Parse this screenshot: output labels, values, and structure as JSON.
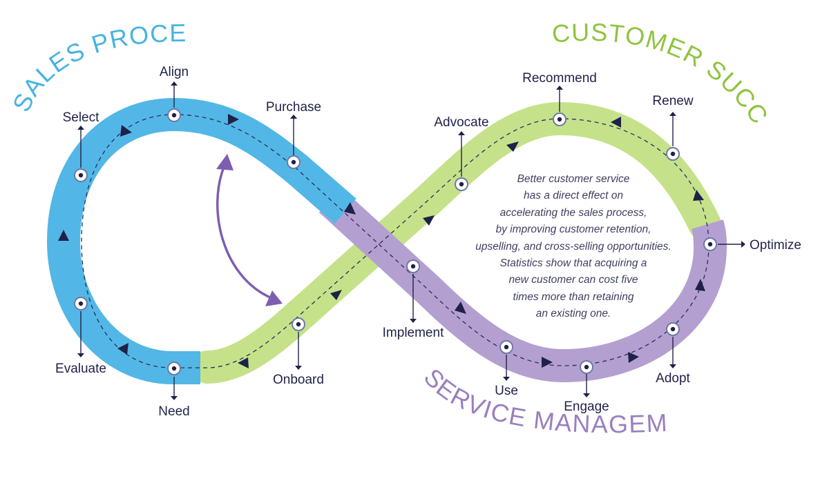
{
  "sections": {
    "sales": {
      "title": "SALES PROCESS",
      "color": "#47b3e0"
    },
    "success": {
      "title": "CUSTOMER SUCCESS",
      "color": "#8fc43e"
    },
    "service": {
      "title": "SERVICE MANAGEMENT",
      "color": "#9a7fbf"
    }
  },
  "colors": {
    "sales_band": "#52b7e6",
    "success_band": "#c5e28a",
    "service_band": "#b3a0d1",
    "ink": "#1f2148",
    "cycle_arrow": "#7d5eb0"
  },
  "stages": [
    {
      "id": "need",
      "label": "Need"
    },
    {
      "id": "evaluate",
      "label": "Evaluate"
    },
    {
      "id": "select",
      "label": "Select"
    },
    {
      "id": "align",
      "label": "Align"
    },
    {
      "id": "purchase",
      "label": "Purchase"
    },
    {
      "id": "implement",
      "label": "Implement"
    },
    {
      "id": "use",
      "label": "Use"
    },
    {
      "id": "engage",
      "label": "Engage"
    },
    {
      "id": "adopt",
      "label": "Adopt"
    },
    {
      "id": "optimize",
      "label": "Optimize"
    },
    {
      "id": "renew",
      "label": "Renew"
    },
    {
      "id": "recommend",
      "label": "Recommend"
    },
    {
      "id": "advocate",
      "label": "Advocate"
    },
    {
      "id": "onboard",
      "label": "Onboard"
    }
  ],
  "description": {
    "lines": [
      "Better customer service",
      "has a direct effect on",
      "accelerating the sales process,",
      "by improving customer retention,",
      "upselling, and cross-selling opportunities.",
      "Statistics show that acquiring a",
      "new customer can cost five",
      "times more than retaining",
      "an existing one."
    ]
  }
}
